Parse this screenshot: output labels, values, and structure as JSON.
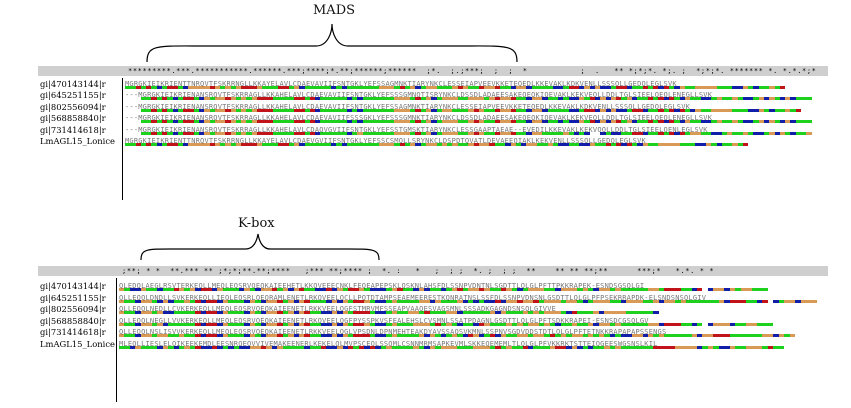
{
  "labels": {
    "mads": "MADS",
    "kbox": "K-box"
  },
  "colors": {
    "green": "#1fd11f",
    "red": "#c0141a",
    "tan": "#d99a55",
    "blue": "#101ea8",
    "white": "#ffffff"
  },
  "panel1": {
    "consensus": "*********.***.***********.******.***;****;*.**;******;******  ;*.  ;.;***;  ;  ;  *           ;  .   ** *;*;*. *;. ;  *;*;*. ******* *. *.*.*;*",
    "names": [
      "gi|470143144|r",
      "gi|645251155|r",
      "gi|802556094|r",
      "gi|568858840|r",
      "gi|731414618|r",
      "LmAGL15_Lonice"
    ],
    "sequences": [
      "MGRGKIEIKRIENTTNRQVTFSKRRNGLLKKAYELAVLCDAEVAVIIFSNTGKLYEFSSAGMNKTIARYNKCLESSEIAPVEEVKKETEQEDLKKEVAKLKDKVENLLSSSQLLGEDQLEGLSVK",
      "---MGRGKIEIKRIENANSRQVTFSKRRAGLLKKAHELAVLCDAEVAVIIFSNTGKLYEFSSSGMNQTISRYNKCLDSSDLADAEESAKEQEQKIQEVAKLKEKVEQLLDDLTGLSIEELQEQLENEGLLSVK",
      "---MGRGKIEIKRIENANSRQVTFSKRRAGLLKKAHELAVLCDAEVAVIIFSNTGKLYEFSSAGMNKTIARYNKCLESSEIAPVEEVKKETEQEDLKKEVAKLKDKVENLLSSSQLLGEDQLEGLSVK",
      "---MGRGKIEIKRIENANSRQVTFSKRRAGLLKKAHELAVLCDAEVAVIIFSSSGKLYEFSSSGMNKTIARYNKCLDSSDLADAEESAKEQEQKIQEVAKLKEKVEQLLDDLTGLSIEELQEQLENEGLLSVK",
      "---MGRGKIEIKRIENANSRQVTFSKRRAGLLKKAHELAVLCDAQVGVIIFSNTGKLYEFSSTGMSKTIARYNKCLESSGAAPTAEAE--EVEDILKKEVAKLKEKVQQLLDDLTGLSIEELQENLEGLSVK",
      "MGRGKIEIKRIENTTNRQVTFSKRRNGLLKKAYELAVLCDAEVGVIIFSNTGKLYEFSSCSMQLLSRYNKCLDSPDTQVATLDEVAEEQIAKLKEKVENLLSSSQLLGEDQLEGLSVK"
    ]
  },
  "panel2": {
    "consensus": ";**; * *  **.*** ** ;*;*;**.**;****   ;*** **;**** ;  *. :   *   ;  ; ;  *. ;  ; ;  **    ** ** **;**      ***;*   *.*. * *",
    "names": [
      "gi|470143144|r",
      "gi|645251155|r",
      "gi|802556094|r",
      "gi|568858840|r",
      "gi|731414618|r",
      "LmAGL15_Lonice"
    ],
    "sequences": [
      "QLEDQLAEGLRSVTERKEQLLMEQLEQSRVQEQKAIEEHETLKKQVEEECNKLFEQEAPEPSKLQSKNLAHSFDLSSNPVDNTNLSGDTTLQLGLPFTTPKKRAPEK-ESNDSGSQLGI",
      "QLLEQQLDNDLLSVKERKEQLLIEQLEQSRLQEQRAMLENETLRKQVEELQCLLPQTDTAMPSEAEMEERESTKQNRATNSLSSFDLSSNPVDNSNLGSDTTLQLGLPFPSEKRRAPDK-ELSNDSNSQLGIV",
      "QLLEQQLNEDLLCVKERKEQLLMEQLEQSRVQEQKAIEENETLRKKVEELQGFSTMRVMFSSEAPVAAQESVAGSMNLSSSADKGAGNDSNSQLGIVVE",
      "QLLEQQLNEGLLVVKERKEQLLMEQLEQSRVQEQKAIEENETLRKQVEELQGFPYSSPKVSFEALEHSLCVSMNLSSATPDAGNLGSDTTLQLGLPFTSDKKRAPEI-ESNSDCGSQLGV",
      "QLLEQQLNSLISVVKERKEQLLMEQLEQSRVQEQKAIEENETLRKKVEELQGLVPSDNLDPNMEHTEAKDYAVSSAQSVKMNLSSPNVSGDVDDSTDTLQLGLPFTETNKKRAPAPAPSSENGS",
      "MLEQLLIESLELQIKEEKEMDLEESNRQEQVVIVEMAKEENERLKEKELQLMVPSCEQLSSQMLCSNNMRMSAPKEVMLSKKEQEMEMLTLQLGLPFVKKRKTSTTEIQGEESWGSNSLKIL"
    ]
  }
}
